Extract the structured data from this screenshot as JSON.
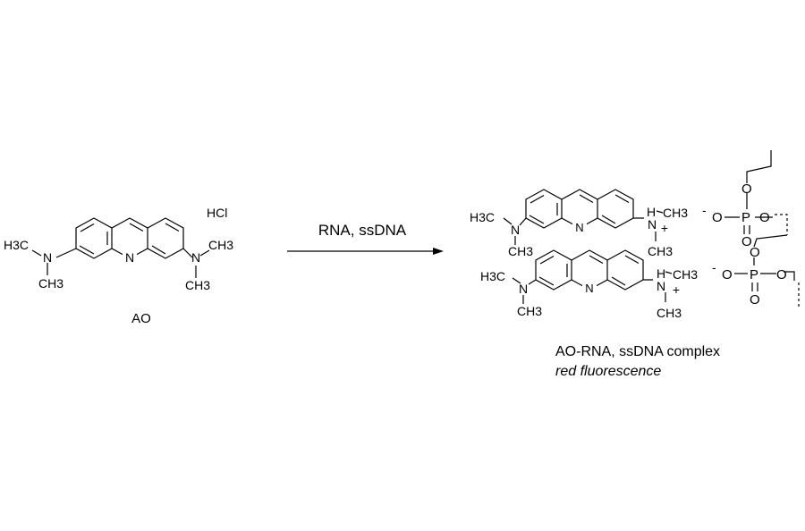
{
  "reactant": {
    "name": "AO",
    "salt": "HCl",
    "left_group": "H3C",
    "left_n": "N",
    "left_methyl": "CH3",
    "right_n": "N",
    "right_methyl_top": "CH3",
    "right_methyl_bottom": "CH3",
    "ring_n": "N"
  },
  "arrow": {
    "label": "RNA, ssDNA"
  },
  "product": {
    "caption_line1": "AO-RNA, ssDNA complex",
    "caption_line2": "red fluorescence",
    "upper": {
      "left_group": "H3C",
      "left_n": "N",
      "left_methyl": "CH3",
      "ring_n": "N",
      "h": "H",
      "n_plus": "N",
      "plus": "+",
      "methyl_right": "CH3",
      "methyl_below": "CH3"
    },
    "lower": {
      "left_group": "H3C",
      "left_n": "N",
      "left_methyl": "CH3",
      "ring_n": "N",
      "h": "H",
      "n_plus": "N",
      "plus": "+",
      "methyl_right": "CH3",
      "methyl_below": "CH3"
    },
    "phosphate_top": {
      "minus": "-",
      "o_left": "O",
      "p": "P",
      "o_right": "O",
      "o_up": "O",
      "o_down": "O"
    },
    "phosphate_bottom": {
      "minus": "-",
      "o_left": "O",
      "p": "P",
      "o_right": "O",
      "o_up": "O",
      "o_down": "O"
    }
  }
}
